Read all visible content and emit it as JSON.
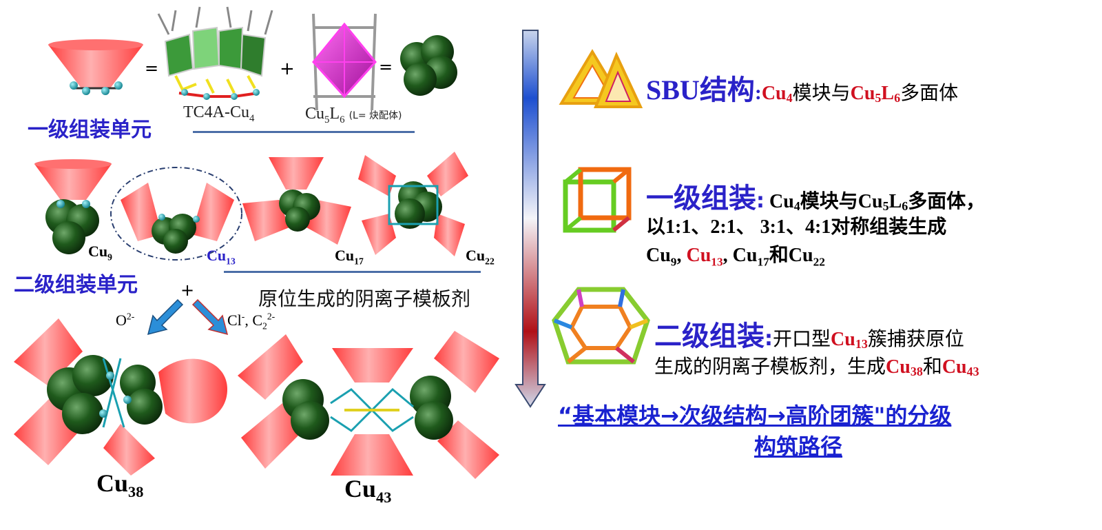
{
  "left": {
    "primary_unit_label": "一级组装单元",
    "tc4a_label": "TC4A-Cu",
    "tc4a_sub": "4",
    "cu5l6_label_a": "Cu",
    "cu5l6_sub_a": "5",
    "cu5l6_label_b": "L",
    "cu5l6_sub_b": "6",
    "cu5l6_note": "(L= 炔配体)",
    "plus": "+",
    "equals": "=",
    "secondary_unit_label": "二级组装单元",
    "cu9": {
      "base": "Cu",
      "sub": "9"
    },
    "cu13": {
      "base": "Cu",
      "sub": "13"
    },
    "cu17": {
      "base": "Cu",
      "sub": "17"
    },
    "cu22": {
      "base": "Cu",
      "sub": "22"
    },
    "template_label": "原位生成的阴离子模板剂",
    "o2_label": "O",
    "o2_sup": "2-",
    "cl_label": "Cl",
    "cl_sup": "-",
    "c2_label": ", C",
    "c2_sub": "2",
    "c2_sup": "2-",
    "cu38": {
      "base": "Cu",
      "sub": "38"
    },
    "cu43": {
      "base": "Cu",
      "sub": "43"
    }
  },
  "right": {
    "sbu_title": "SBU结构",
    "sbu_colon": ":",
    "sbu_cu": "Cu",
    "sbu_cu_sub": "4",
    "sbu_mid": "模块与",
    "sbu_cu5": "Cu",
    "sbu_cu5_sub": "5",
    "sbu_l": "L",
    "sbu_l_sub": "6",
    "sbu_end": "多面体",
    "primary_title": "一级组装",
    "primary_colon": ":",
    "primary_line1_a": " Cu",
    "primary_line1_sub1": "4",
    "primary_line1_b": "模块与Cu",
    "primary_line1_sub2": "5",
    "primary_line1_c": "L",
    "primary_line1_sub3": "6",
    "primary_line1_d": "多面体，",
    "primary_line2": "以1:1、2:1、 3:1、4:1对称组装生成",
    "primary_line3_a": "Cu",
    "primary_line3_sub1": "9",
    "primary_line3_b": ", ",
    "primary_line3_c": "Cu",
    "primary_line3_sub2": "13",
    "primary_line3_d": ", Cu",
    "primary_line3_sub3": "17",
    "primary_line3_e": "和Cu",
    "primary_line3_sub4": "22",
    "secondary_title": "二级组装",
    "secondary_colon": ":",
    "secondary_line1_a": "开口型",
    "secondary_line1_cu": "Cu",
    "secondary_line1_sub": "13",
    "secondary_line1_b": "簇捕获原位",
    "secondary_line2_a": "生成的阴离子模板剂，生成",
    "secondary_line2_cu": "Cu",
    "secondary_line2_sub": "38",
    "secondary_line2_b": "和",
    "secondary_line2_cu2": "Cu",
    "secondary_line2_sub2": "43",
    "pathway_line1": "“基本模块→次级结构→高阶团簇\"的分级",
    "pathway_line2": "构筑路径"
  },
  "colors": {
    "cone": "#ff5a5a",
    "cluster": "#1f5a1c",
    "atom": "#1aa0b0",
    "polyhedron": "#e020d0",
    "label_blue": "#2a22c8",
    "highlight_red": "#d01020"
  }
}
